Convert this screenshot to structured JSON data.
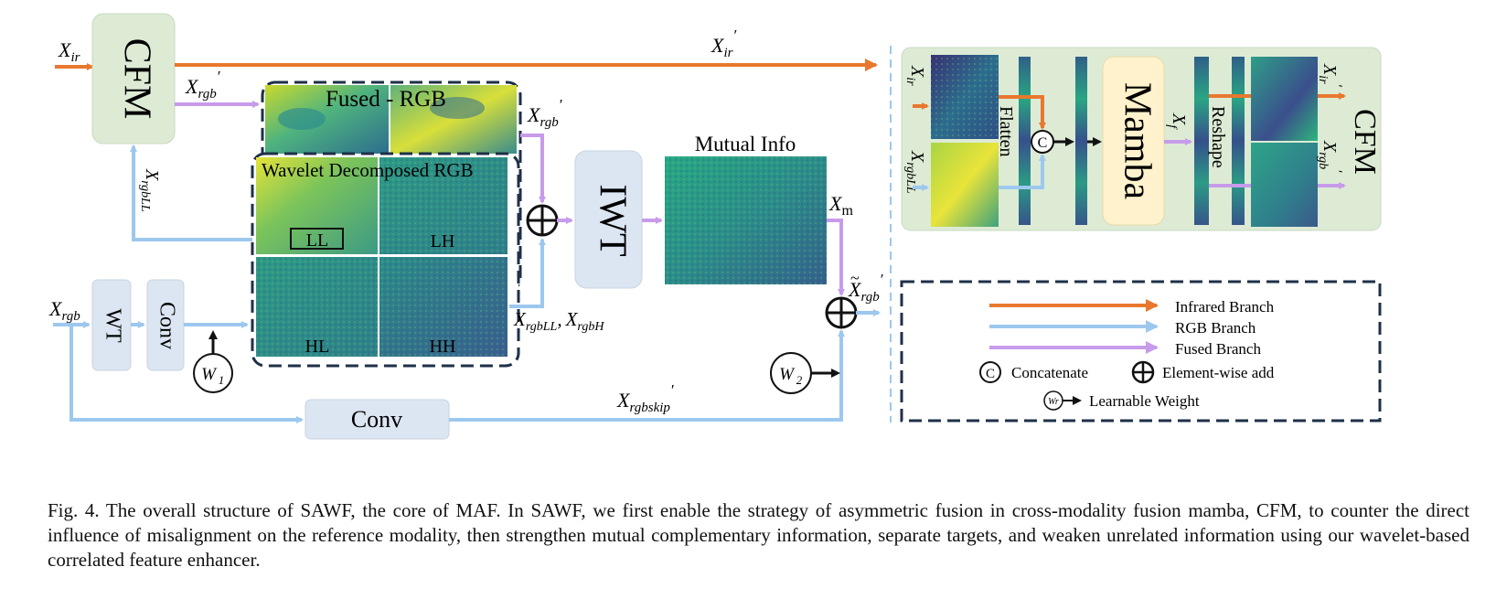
{
  "blocks": {
    "cfm": "CFM",
    "wt": "WT",
    "conv_small": "Conv",
    "iwt": "IWT",
    "conv_skip": "Conv",
    "mamba": "Mamba",
    "cfm_detail": "CFM"
  },
  "labels": {
    "fused_rgb": "Fused - RGB",
    "wavelet_decomposed": "Wavelet Decomposed RGB",
    "mutual_info": "Mutual Info",
    "ll": "LL",
    "lh": "LH",
    "hl": "HL",
    "hh": "HH",
    "flatten": "Flatten",
    "reshape": "Reshape",
    "w1": "W",
    "w1_sub": "1",
    "w2": "W",
    "w2_sub": "2",
    "concat_symbol": "C"
  },
  "math": {
    "x": "X",
    "ir": "ir",
    "rgb": "rgb",
    "rgb_ll": "rgbLL",
    "rgb_h": "rgbH",
    "rgb_skip": "rgbskip",
    "m": "m",
    "f": "f",
    "prime": "′",
    "tilde": "~",
    "comma": ","
  },
  "legend": {
    "items": [
      {
        "label": "Infrared Branch",
        "color": "#E8782E"
      },
      {
        "label": "RGB Branch",
        "color": "#9DC8EE"
      },
      {
        "label": "Fused Branch",
        "color": "#C79BEA"
      }
    ],
    "concatenate": "Concatenate",
    "element_wise_add": "Element-wise add",
    "learnable_weight": "Learnable Weight",
    "weight_symbol": "Wr"
  },
  "caption": "Fig. 4.  The overall structure of SAWF, the core of MAF. In SAWF, we first enable the strategy of asymmetric fusion in cross-modality fusion mamba, CFM, to counter the direct influence of misalignment on the reference modality, then strengthen mutual complementary information, separate targets, and weaken unrelated information using our wavelet-based correlated feature enhancer.",
  "colors": {
    "infrared": "#E8782E",
    "rgb": "#9DC8EE",
    "fused": "#C79BEA",
    "cfm_fill": "#DDEBD5",
    "block_fill": "#DCE6F2",
    "mamba_fill": "#FFF2CC",
    "dashed_border": "#1F3048"
  }
}
